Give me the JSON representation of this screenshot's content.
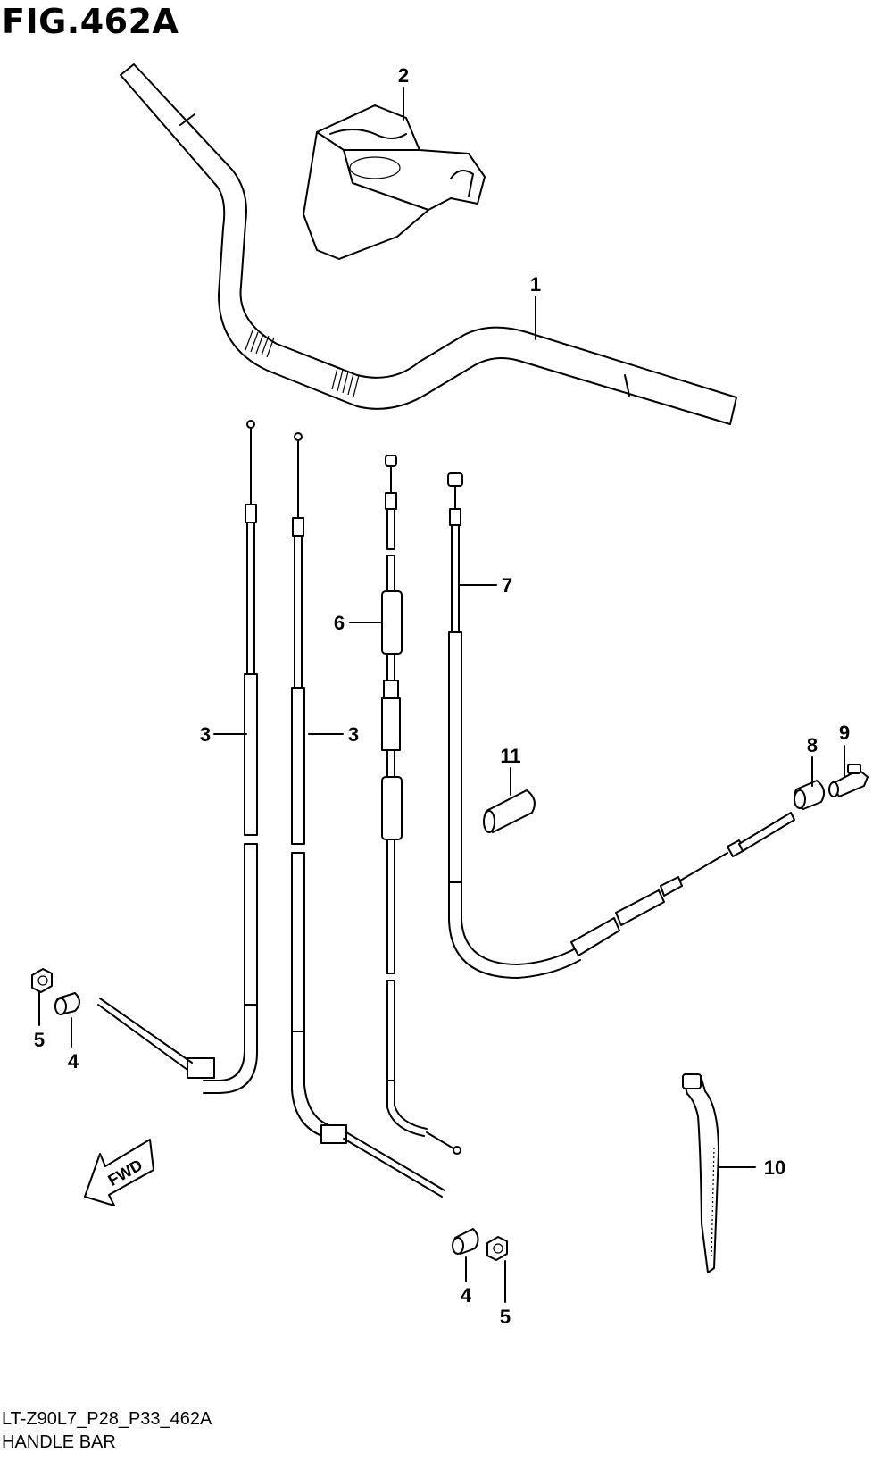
{
  "figure_title": "FIG.462A",
  "fwd_label": "FWD",
  "footer": {
    "code": "LT-Z90L7_P28_P33_462A",
    "name": "HANDLE BAR"
  },
  "callouts": [
    {
      "id": "c1",
      "label": "1"
    },
    {
      "id": "c2",
      "label": "2"
    },
    {
      "id": "c3a",
      "label": "3"
    },
    {
      "id": "c3b",
      "label": "3"
    },
    {
      "id": "c4a",
      "label": "4"
    },
    {
      "id": "c4b",
      "label": "4"
    },
    {
      "id": "c5a",
      "label": "5"
    },
    {
      "id": "c5b",
      "label": "5"
    },
    {
      "id": "c6",
      "label": "6"
    },
    {
      "id": "c7",
      "label": "7"
    },
    {
      "id": "c8",
      "label": "8"
    },
    {
      "id": "c9",
      "label": "9"
    },
    {
      "id": "c10",
      "label": "10"
    },
    {
      "id": "c11",
      "label": "11"
    }
  ]
}
